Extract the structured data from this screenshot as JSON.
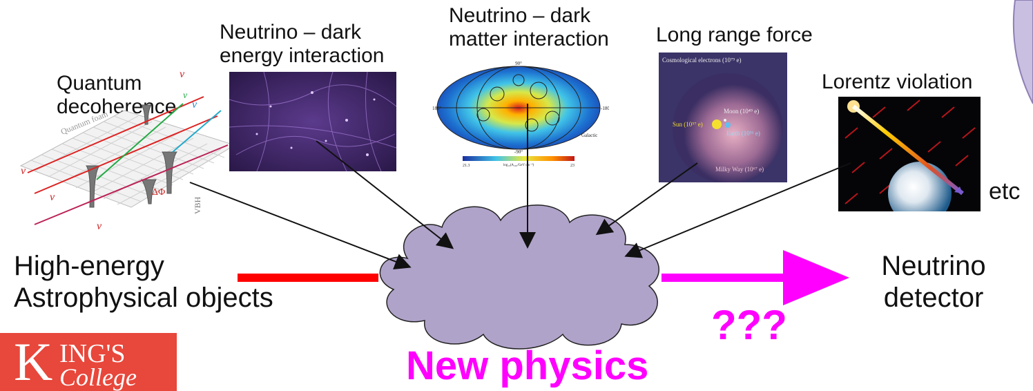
{
  "labels": {
    "quantum": "Quantum decoherence",
    "dark_energy": "Neutrino – dark energy interaction",
    "dark_matter": "Neutrino – dark matter interaction",
    "long_range": "Long range force",
    "lorentz": "Lorentz violation",
    "etc": "etc",
    "source": "High-energy Astrophysical objects",
    "detector": "Neutrino detector",
    "question": "???",
    "new_physics": "New physics"
  },
  "logo": {
    "line1": "ING'S",
    "line2": "College",
    "initial": "K"
  },
  "quantum_panel": {
    "foam": "Quantum foam",
    "vbh": "VBH",
    "dphi": "ΔΦ",
    "nu_e": "ν",
    "nu_tau": "ν",
    "nu_mu": "ν"
  },
  "dm_map": {
    "top": "90°",
    "left": "180°",
    "right": "-180°",
    "bottom": "-90°",
    "galactic": "Galactic",
    "min": "21.3",
    "max": "23",
    "unit": "log₁₀(A₂₄₀/GeV cm⁻²)"
  },
  "lrf_panel": {
    "title": "Cosmological electrons (10⁷⁹ e)",
    "sun": "Sun (10⁵⁷ e)",
    "moon": "Moon (10⁴⁹ e)",
    "earth": "Earth (10⁵¹ e)",
    "milky": "Milky Way (10⁶⁷ e)"
  },
  "colors": {
    "source_arrow": "#ff0000",
    "detector_arrow": "#ff00ff",
    "cloud": "#b0a3c9",
    "magenta_text": "#ff00ff",
    "logo_red": "#e8473b"
  }
}
